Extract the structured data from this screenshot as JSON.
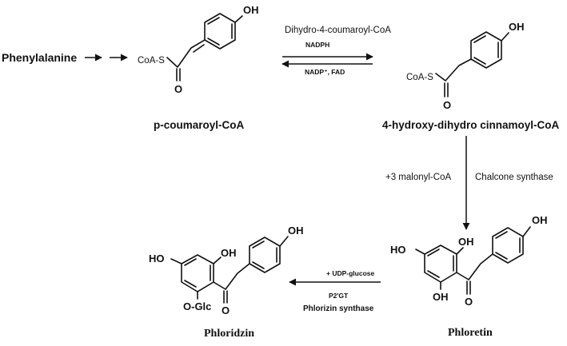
{
  "labels": {
    "phenylalanine": "Phenylalanine",
    "p_coumaroyl_coa": "p-coumaroyl-CoA",
    "dihydro_coumaroyl_coa": "Dihydro-4-coumaroyl-CoA",
    "nadph": "NADPH",
    "nadp_fad": "NADP⁺, FAD",
    "hydroxy_dihydro": "4-hydroxy-dihydro cinnamoyl-CoA",
    "malonyl": "+3 malonyl-CoA",
    "chalcone_synthase": "Chalcone synthase",
    "udp_glucose": "+ UDP-glucose",
    "p2gt": "P2'GT",
    "phlorizin_synthase": "Phlorizin synthase",
    "phloretin": "Phloretin",
    "phloridzin": "Phloridzin"
  },
  "atoms": {
    "coa_s": "CoA-S",
    "oh": "OH",
    "ho": "HO",
    "o": "O",
    "o_glc": "O-Glc"
  }
}
